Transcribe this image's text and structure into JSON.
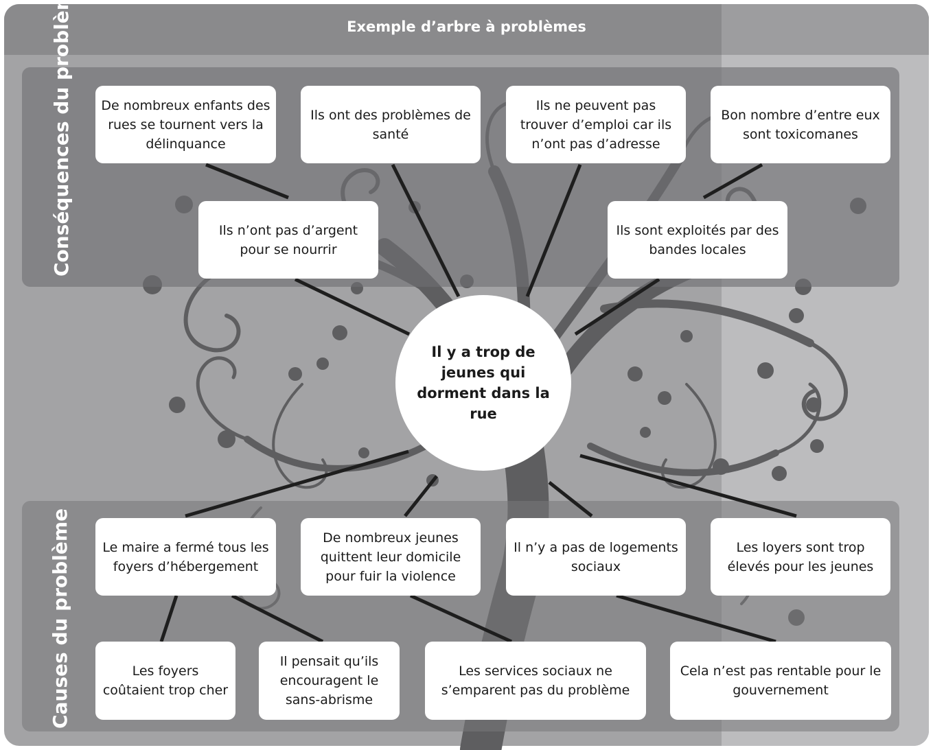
{
  "title": "Exemple d’arbre à problèmes",
  "sections": {
    "consequences_label": "Conséquences du problème",
    "causes_label": "Causes du problème"
  },
  "central_problem": "Il y a trop de jeunes qui dorment dans la rue",
  "consequences": [
    "De nombreux enfants des rues se tournent vers la délinquance",
    "Ils ont des problèmes de santé",
    "Ils ne peuvent pas trouver d’emploi car ils n’ont pas d’adresse",
    "Bon nombre d’entre eux sont toxicomanes",
    "Ils n’ont pas d’argent pour se nourrir",
    "Ils sont exploités par des bandes locales"
  ],
  "causes": [
    "Le maire a fermé tous les foyers d’hébergement",
    "De nombreux jeunes quittent leur domicile pour fuir la violence",
    "Il n’y a pas de logements sociaux",
    "Les loyers sont trop élevés pour les jeunes"
  ],
  "sub_causes": [
    "Les foyers coûtaient trop cher",
    "Il pensait qu’ils encouragent le sans-abrisme",
    "Les services sociaux ne s’emparent pas du problème",
    "Cela n’est pas rentable pour le gouvernement"
  ],
  "colors": {
    "background": "#a3a3a5",
    "header": "#8a8a8c",
    "panel": "#707072",
    "tree": "#5e5e60",
    "connector": "#1e1e1e",
    "box": "#ffffff"
  }
}
